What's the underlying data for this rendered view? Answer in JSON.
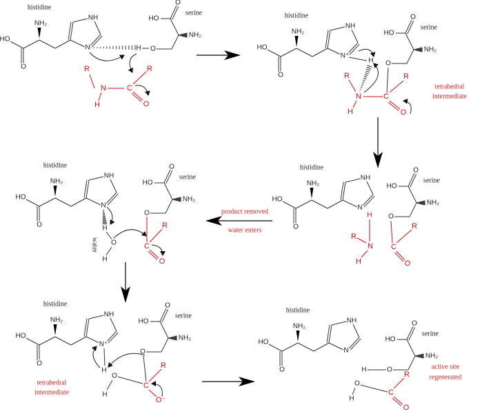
{
  "labels": {
    "histidine": "histidine",
    "serine": "serine",
    "tetrahedral": "tetrahedral",
    "intermediate": "intermediate",
    "product_removed": "product removed",
    "water_enters": "water enters",
    "water": "water",
    "active_site": "active site",
    "regenerated": "regenerated"
  },
  "atoms": {
    "nh2": "NH₂",
    "ho": "HO",
    "o": "O",
    "nh": "NH",
    "n": "N",
    "n_plus": "N⁺",
    "h": "H",
    "r": "R",
    "c": "C",
    "o_minus": "O⁻"
  },
  "colors": {
    "bond": "#333333",
    "substrate": "#cc1111",
    "annotation": "#e02020"
  }
}
